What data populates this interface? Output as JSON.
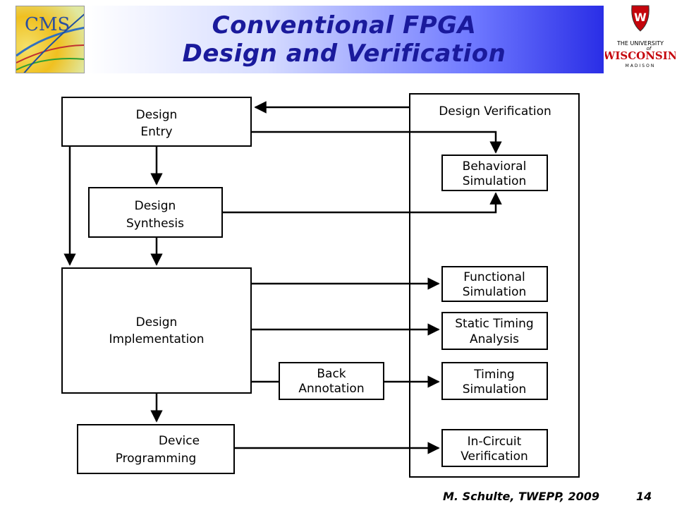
{
  "slide": {
    "title_line1": "Conventional FPGA",
    "title_line2": "Design and Verification",
    "footer_author": "M. Schulte, TWEPP, 2009",
    "page_number": "14"
  },
  "logos": {
    "cms": "CMS",
    "university_top": "THE UNIVERSITY",
    "university_of": "of",
    "university_name": "WISCONSIN",
    "university_city": "MADISON",
    "crest_letter": "W"
  },
  "diagram": {
    "verification_title": "Design Verification",
    "design_entry": [
      "Design",
      "Entry"
    ],
    "design_synthesis": [
      "Design",
      "Synthesis"
    ],
    "design_implementation": [
      "Design",
      "Implementation"
    ],
    "back_annotation": [
      "Back",
      "Annotation"
    ],
    "device_programming": [
      "Device",
      "Programming"
    ],
    "behavioral_simulation": [
      "Behavioral",
      "Simulation"
    ],
    "functional_simulation": [
      "Functional",
      "Simulation"
    ],
    "static_timing_analysis": [
      "Static Timing",
      "Analysis"
    ],
    "timing_simulation": [
      "Timing",
      "Simulation"
    ],
    "in_circuit_verification": [
      "In-Circuit",
      "Verification"
    ]
  },
  "colors": {
    "title": "#1a1a9c",
    "banner_end": "#2a2ee6",
    "uw_red": "#c5050c"
  }
}
